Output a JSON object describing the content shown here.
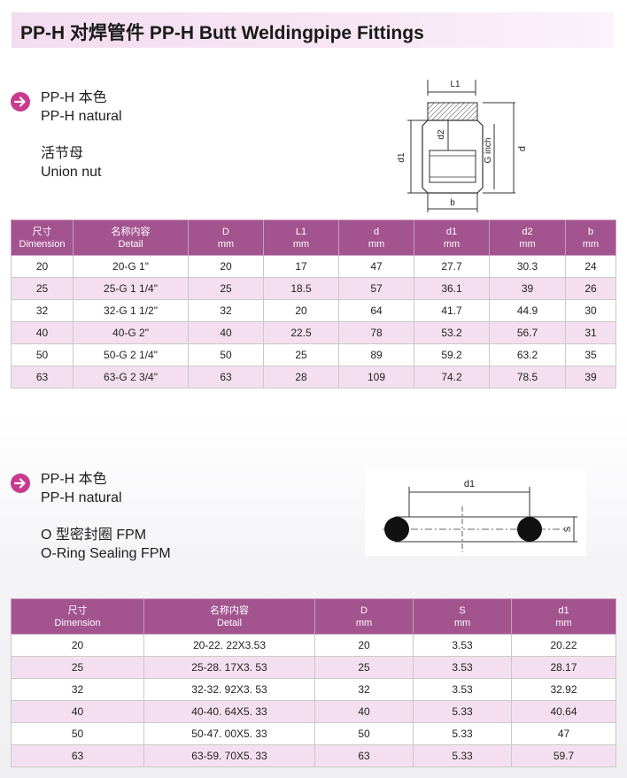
{
  "title": "PP-H  对焊管件 PP-H Butt Weldingpipe Fittings",
  "section1": {
    "line1": "PP-H 本色",
    "line2": "PP-H natural",
    "line3": "活节母",
    "line4": "Union nut",
    "diagram_labels": {
      "l1": "L1",
      "d1": "d1",
      "d2": "d2",
      "g": "G inch",
      "d": "d",
      "b": "b"
    },
    "headers": [
      [
        "尺寸",
        "Dimension"
      ],
      [
        "名称内容",
        "Detail"
      ],
      [
        "D",
        "mm"
      ],
      [
        "L1",
        "mm"
      ],
      [
        "d",
        "mm"
      ],
      [
        "d1",
        "mm"
      ],
      [
        "d2",
        "mm"
      ],
      [
        "b",
        "mm"
      ]
    ],
    "rows": [
      [
        "20",
        "20-G 1\"",
        "20",
        "17",
        "47",
        "27.7",
        "30.3",
        "24"
      ],
      [
        "25",
        "25-G 1 1/4\"",
        "25",
        "18.5",
        "57",
        "36.1",
        "39",
        "26"
      ],
      [
        "32",
        "32-G 1 1/2\"",
        "32",
        "20",
        "64",
        "41.7",
        "44.9",
        "30"
      ],
      [
        "40",
        "40-G 2\"",
        "40",
        "22.5",
        "78",
        "53.2",
        "56.7",
        "31"
      ],
      [
        "50",
        "50-G 2 1/4\"",
        "50",
        "25",
        "89",
        "59.2",
        "63.2",
        "35"
      ],
      [
        "63",
        "63-G 2 3/4\"",
        "63",
        "28",
        "109",
        "74.2",
        "78.5",
        "39"
      ]
    ]
  },
  "section2": {
    "line1": "PP-H 本色",
    "line2": "PP-H natural",
    "line3": "O 型密封圈 FPM",
    "line4": "O-Ring Sealing FPM",
    "diagram_labels": {
      "d1": "d1",
      "s": "S"
    },
    "headers": [
      [
        "尺寸",
        "Dimension"
      ],
      [
        "名称内容",
        "Detail"
      ],
      [
        "D",
        "mm"
      ],
      [
        "S",
        "mm"
      ],
      [
        "d1",
        "mm"
      ]
    ],
    "rows": [
      [
        "20",
        "20-22. 22X3.53",
        "20",
        "3.53",
        "20.22"
      ],
      [
        "25",
        "25-28. 17X3. 53",
        "25",
        "3.53",
        "28.17"
      ],
      [
        "32",
        "32-32. 92X3. 53",
        "32",
        "3.53",
        "32.92"
      ],
      [
        "40",
        "40-40. 64X5. 33",
        "40",
        "5.33",
        "40.64"
      ],
      [
        "50",
        "50-47. 00X5. 33",
        "50",
        "5.33",
        "47"
      ],
      [
        "63",
        "63-59. 70X5. 33",
        "63",
        "5.33",
        "59.7"
      ]
    ]
  }
}
